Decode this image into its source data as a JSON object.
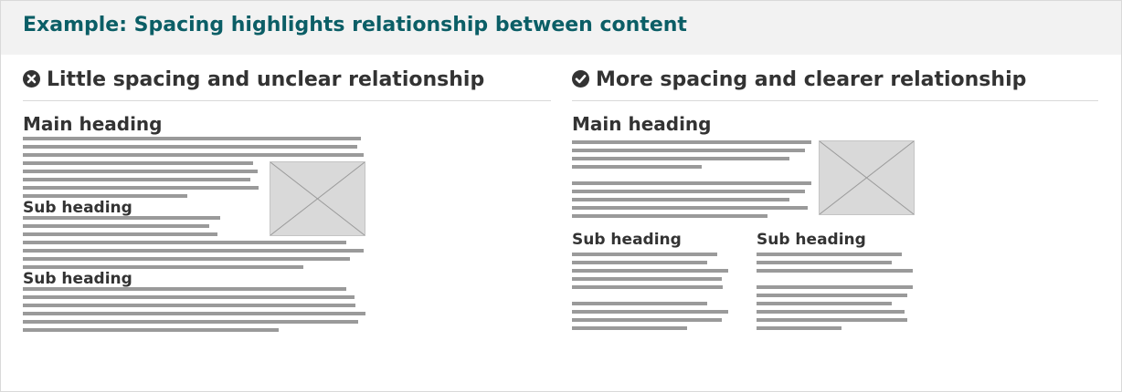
{
  "banner": {
    "title": "Example: Spacing highlights relationship between content"
  },
  "bad": {
    "title": "Little spacing and unclear relationship",
    "icon": "x-circle-icon",
    "main_heading": "Main heading",
    "sub_heading_1": "Sub heading",
    "sub_heading_2": "Sub heading"
  },
  "good": {
    "title": "More spacing and clearer relationship",
    "icon": "check-circle-icon",
    "main_heading": "Main heading",
    "sub_heading_1": "Sub heading",
    "sub_heading_2": "Sub heading"
  },
  "colors": {
    "heading_accent": "#0b5e66",
    "text_line": "#9a9a9a",
    "image_placeholder": "#d9d9d9",
    "banner_background": "#f2f2f2"
  }
}
